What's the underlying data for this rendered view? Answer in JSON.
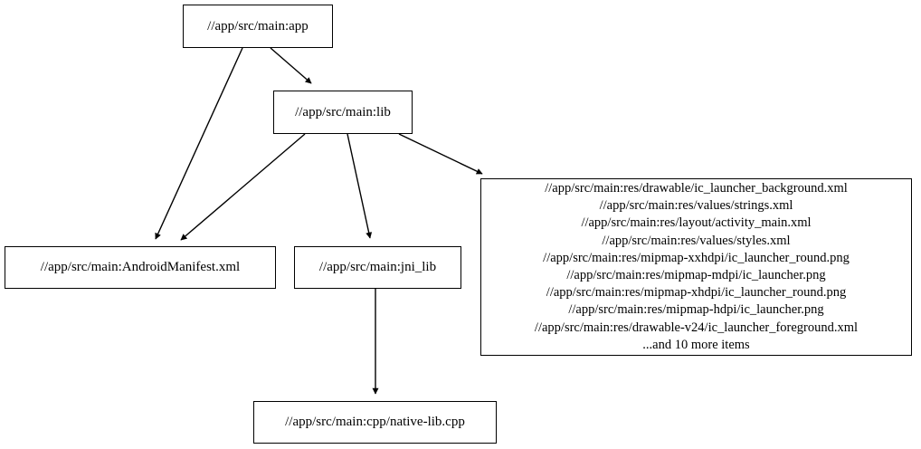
{
  "diagram": {
    "type": "dependency-graph",
    "title": "",
    "nodes": [
      {
        "id": "app",
        "label": "//app/src/main:app"
      },
      {
        "id": "lib",
        "label": "//app/src/main:lib"
      },
      {
        "id": "manifest",
        "label": "//app/src/main:AndroidManifest.xml"
      },
      {
        "id": "jni_lib",
        "label": "//app/src/main:jni_lib"
      },
      {
        "id": "native_lib",
        "label": "//app/src/main:cpp/native-lib.cpp"
      },
      {
        "id": "resources",
        "label": "//app/src/main:res/drawable/ic_launcher_background.xml\n//app/src/main:res/values/strings.xml\n//app/src/main:res/layout/activity_main.xml\n//app/src/main:res/values/styles.xml\n//app/src/main:res/mipmap-xxhdpi/ic_launcher_round.png\n//app/src/main:res/mipmap-mdpi/ic_launcher.png\n//app/src/main:res/mipmap-xhdpi/ic_launcher_round.png\n//app/src/main:res/mipmap-hdpi/ic_launcher.png\n//app/src/main:res/drawable-v24/ic_launcher_foreground.xml\n...and 10 more items",
        "lines": [
          "//app/src/main:res/drawable/ic_launcher_background.xml",
          "//app/src/main:res/values/strings.xml",
          "//app/src/main:res/layout/activity_main.xml",
          "//app/src/main:res/values/styles.xml",
          "//app/src/main:res/mipmap-xxhdpi/ic_launcher_round.png",
          "//app/src/main:res/mipmap-mdpi/ic_launcher.png",
          "//app/src/main:res/mipmap-xhdpi/ic_launcher_round.png",
          "//app/src/main:res/mipmap-hdpi/ic_launcher.png",
          "//app/src/main:res/drawable-v24/ic_launcher_foreground.xml",
          "...and 10 more items"
        ]
      }
    ],
    "edges": [
      {
        "from": "app",
        "to": "manifest"
      },
      {
        "from": "app",
        "to": "lib"
      },
      {
        "from": "lib",
        "to": "manifest"
      },
      {
        "from": "lib",
        "to": "jni_lib"
      },
      {
        "from": "lib",
        "to": "resources"
      },
      {
        "from": "jni_lib",
        "to": "native_lib"
      }
    ],
    "colors": {
      "background": "#ffffff",
      "node_border": "#000000",
      "node_fill": "#ffffff",
      "edge": "#000000",
      "text": "#000000"
    }
  }
}
